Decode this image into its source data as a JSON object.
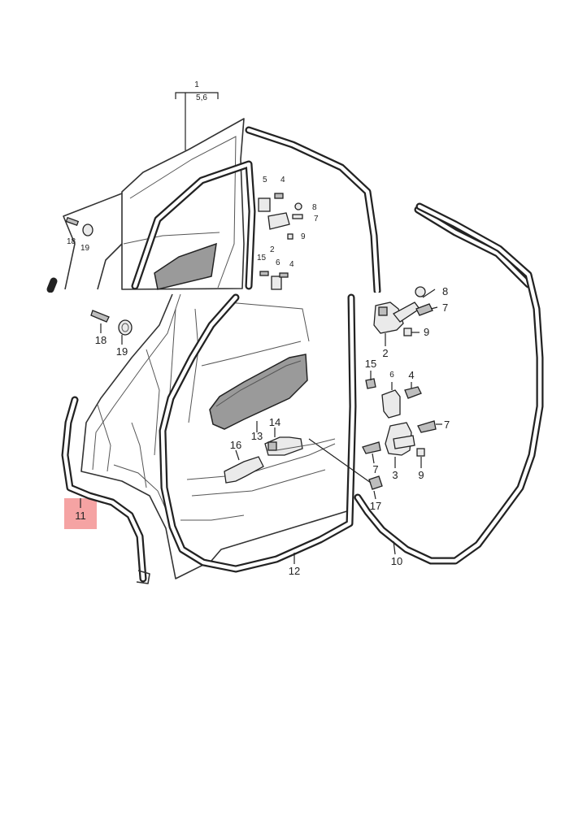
{
  "diagram": {
    "callouts": {
      "door_assembly": {
        "number": "1",
        "sub": "5,6"
      },
      "top_view": {
        "c2": "2",
        "c4a": "4",
        "c4b": "4",
        "c5": "5",
        "c6": "6",
        "c7": "7",
        "c8": "8",
        "c9": "9",
        "c15": "15",
        "c18": "18",
        "c19": "19"
      },
      "main_view": {
        "c2": "2",
        "c3": "3",
        "c4": "4",
        "c6": "6",
        "c7a": "7",
        "c7b": "7",
        "c7c": "7",
        "c8": "8",
        "c9a": "9",
        "c9b": "9",
        "c10": "10",
        "c11": "11",
        "c12": "12",
        "c13": "13",
        "c14": "14",
        "c15": "15",
        "c16": "16",
        "c17": "17",
        "c18": "18",
        "c19": "19"
      }
    },
    "highlight": {
      "part": "11",
      "color": "#f5a3a3"
    },
    "colors": {
      "ink": "#222222",
      "pane": "#9a9a9a",
      "background": "#ffffff"
    }
  }
}
